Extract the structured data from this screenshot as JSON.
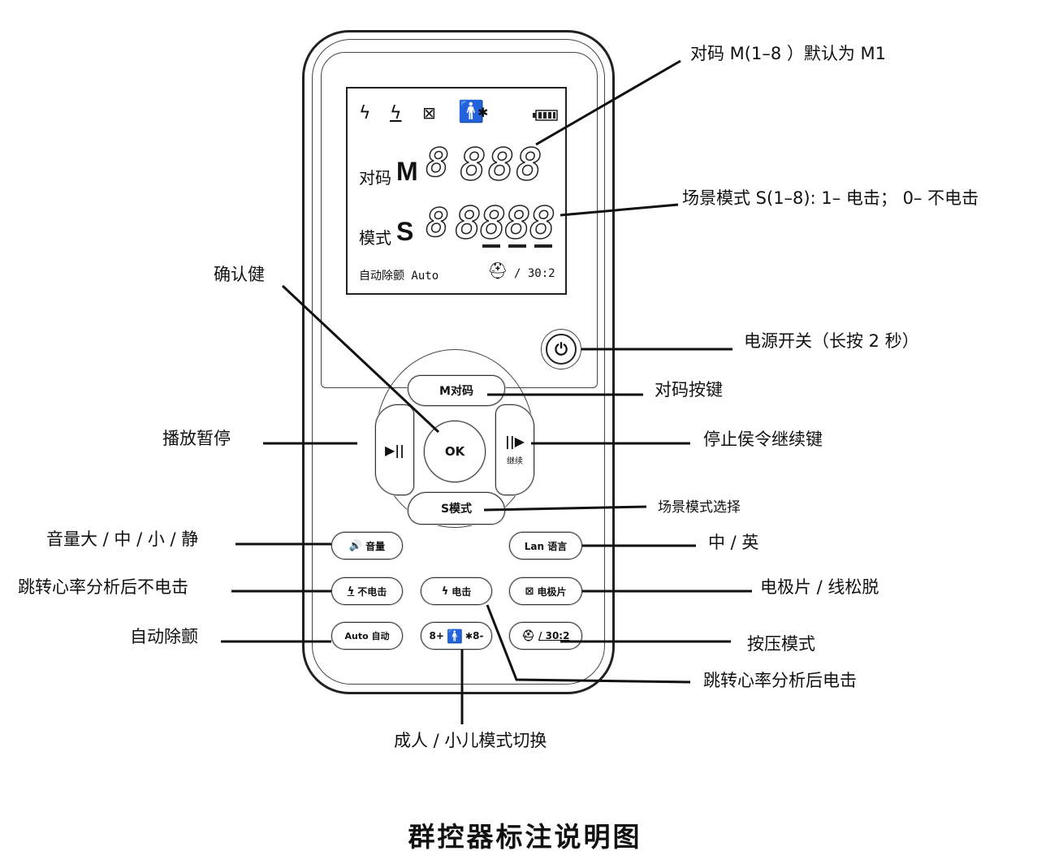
{
  "lcd": {
    "label_pair": "对码",
    "label_pair_letter": "M",
    "label_mode": "模式",
    "label_mode_letter": "S",
    "digits_pair_single": "8",
    "digits_pair": "888",
    "digits_mode_single": "8",
    "digits_mode": "8888",
    "auto_text": "自动除颤 Auto",
    "ratio_text": "/ 30:2"
  },
  "buttons": {
    "pair": "M对码",
    "ok": "OK",
    "play": "▶||",
    "resume_icon": "||▶",
    "resume_label": "继续",
    "mode": "S模式",
    "volume": "音量",
    "lang": "Lan 语言",
    "no_shock": "不电击",
    "shock": "电击",
    "electrode": "电极片",
    "auto": "Auto 自动",
    "adult_child_left": "8+",
    "adult_child_right": "8-",
    "press": "/ 30:2"
  },
  "annotations": {
    "pair_code": "对码 M(1–8 ）默认为 M1",
    "scene_mode": "场景模式 S(1–8): 1– 电击；  0– 不电击",
    "confirm": "确认健",
    "power": "电源开关（长按 2 秒）",
    "pair_key": "对码按键",
    "play_pause": "播放暂停",
    "stop_resume": "停止侯令继续键",
    "scene_select": "场景模式选择",
    "volume": "音量大 / 中 / 小 / 静",
    "lang": "中 / 英",
    "skip_no_shock": "跳转心率分析后不电击",
    "electrode": "电极片 / 线松脱",
    "auto_defib": "自动除颤",
    "compress": "按压模式",
    "skip_shock": "跳转心率分析后电击",
    "adult_child": "成人 / 小儿模式切换"
  },
  "title": "群控器标注说明图"
}
